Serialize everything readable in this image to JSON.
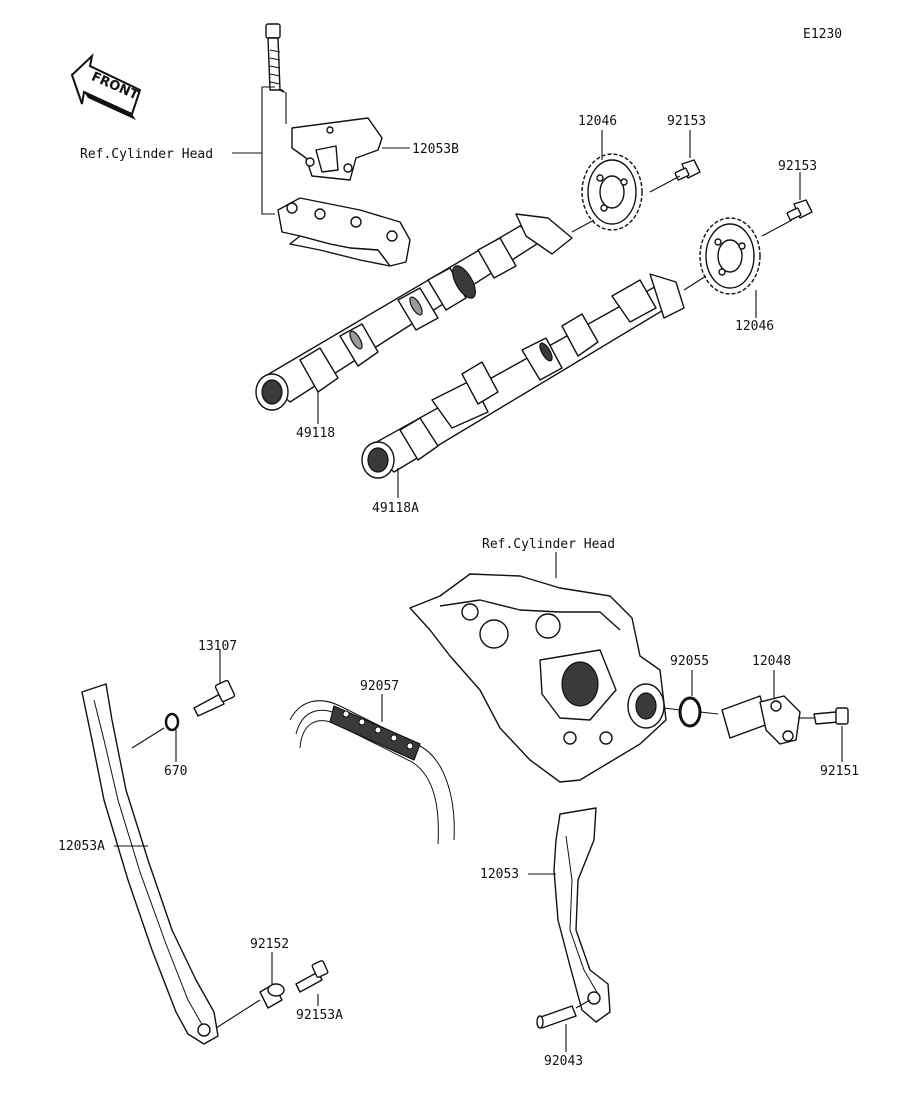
{
  "diagram_code": "E1230",
  "front_arrow_text": "FRONT",
  "ref_labels": {
    "upper": "Ref.Cylinder Head",
    "lower": "Ref.Cylinder Head"
  },
  "callouts": {
    "p12053B": "12053B",
    "p12046_top": "12046",
    "p92153_top": "92153",
    "p92153_right": "92153",
    "p12046_right": "12046",
    "p49118": "49118",
    "p49118A": "49118A",
    "p13107": "13107",
    "p670": "670",
    "p12053A": "12053A",
    "p92057": "92057",
    "p92055": "92055",
    "p12048": "12048",
    "p92151": "92151",
    "p12053": "12053",
    "p92152": "92152",
    "p92153A": "92153A",
    "p92043": "92043"
  }
}
